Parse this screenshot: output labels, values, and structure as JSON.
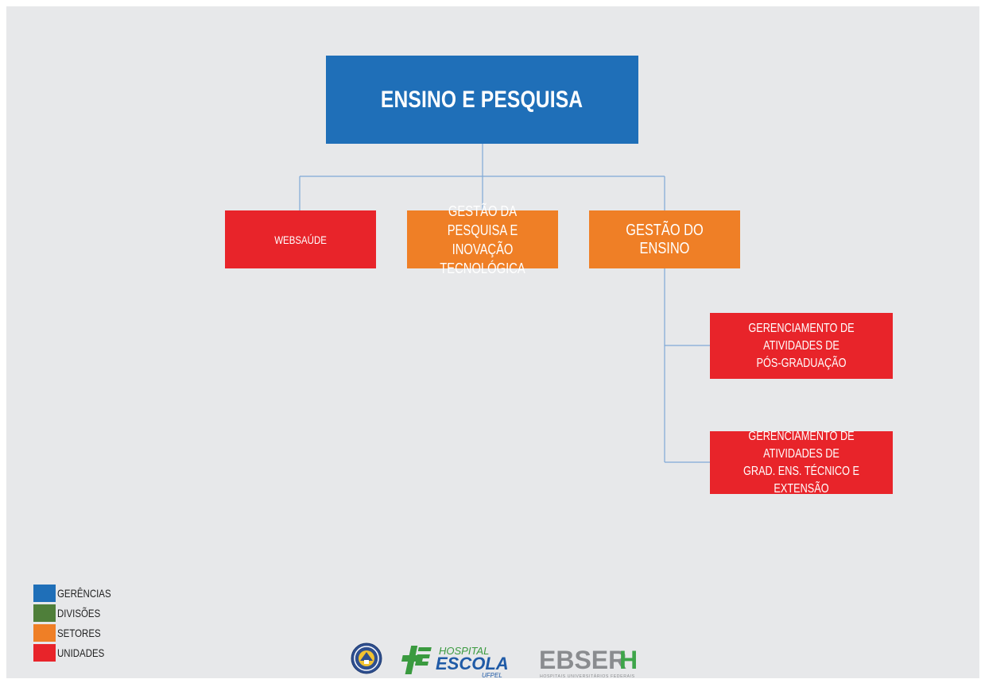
{
  "diagram": {
    "root": {
      "label": "ENSINO E PESQUISA",
      "level": "gerencia"
    },
    "children": [
      {
        "label": "WEBSAÚDE",
        "level": "unidade"
      },
      {
        "label": "GESTÃO DA PESQUISA E\nINOVAÇÃO TECNOLÓGICA",
        "level": "setor"
      },
      {
        "label": "GESTÃO DO ENSINO",
        "level": "setor",
        "children": [
          {
            "label": "GERENCIAMENTO DE ATIVIDADES DE\nPÓS-GRADUAÇÃO",
            "level": "unidade"
          },
          {
            "label": "GERENCIAMENTO DE ATIVIDADES DE\nGRAD.  ENS. TÉCNICO E EXTENSÃO",
            "level": "unidade"
          }
        ]
      }
    ]
  },
  "legend": [
    {
      "label": "GERÊNCIAS",
      "color": "#1f6fb8"
    },
    {
      "label": "DIVISÕES",
      "color": "#4f7f3a"
    },
    {
      "label": "SETORES",
      "color": "#ef7f26"
    },
    {
      "label": "UNIDADES",
      "color": "#e8242a"
    }
  ],
  "colors": {
    "background": "#e7e8ea",
    "connector": "#7fa8d6",
    "box_text": "#ffffff"
  },
  "logos": {
    "ufpel_seal": {
      "icon": "university-seal"
    },
    "hospital_escola": {
      "line1": "HOSPITAL",
      "line2": "ESCOLA",
      "line3": "UFPEL"
    },
    "ebserh": {
      "name_gray": "EBSER",
      "name_green": "H",
      "tagline": "HOSPITAIS UNIVERSITÁRIOS FEDERAIS"
    }
  }
}
